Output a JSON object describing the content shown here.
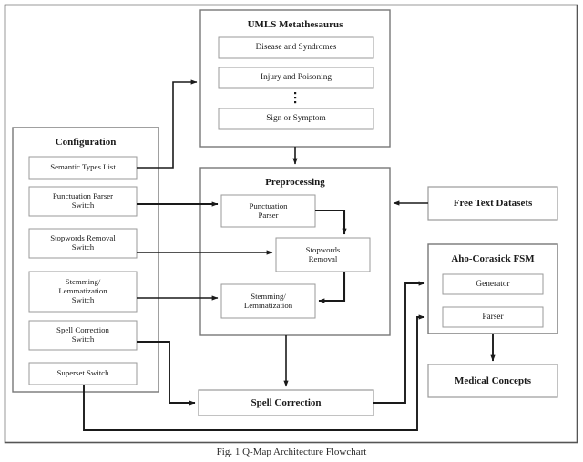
{
  "figure": {
    "caption": "Fig. 1 Q-Map Architecture Flowchart",
    "frame_color": "#555555",
    "box_border_color": "#9a9a9a",
    "group_border_color": "#777777",
    "arrow_color": "#1a1a1a"
  },
  "umls": {
    "title": "UMLS Metathesaurus",
    "items": [
      {
        "label": "Disease and Syndromes"
      },
      {
        "label": "Injury and Poisoning"
      },
      {
        "label": "Sign or Symptom"
      }
    ],
    "ellipsis": "⋮"
  },
  "configuration": {
    "title": "Configuration",
    "items": [
      {
        "label": "Semantic Types List"
      },
      {
        "label": "Punctuation Parser\nSwitch"
      },
      {
        "label": "Stopwords Removal\nSwitch"
      },
      {
        "label": "Stemming/\nLemmatization\nSwitch"
      },
      {
        "label": "Spell Correction\nSwitch"
      },
      {
        "label": "Superset Switch"
      }
    ]
  },
  "preprocessing": {
    "title": "Preprocessing",
    "items": [
      {
        "label": "Punctuation\nParser"
      },
      {
        "label": "Stopwords\nRemoval"
      },
      {
        "label": "Stemming/\nLemmatization"
      }
    ]
  },
  "free_text_datasets": {
    "label": "Free Text Datasets"
  },
  "aho_corasick": {
    "title": "Aho-Corasick FSM",
    "items": [
      {
        "label": "Generator"
      },
      {
        "label": "Parser"
      }
    ]
  },
  "medical_concepts": {
    "label": "Medical Concepts"
  },
  "spell_correction": {
    "label": "Spell Correction"
  }
}
